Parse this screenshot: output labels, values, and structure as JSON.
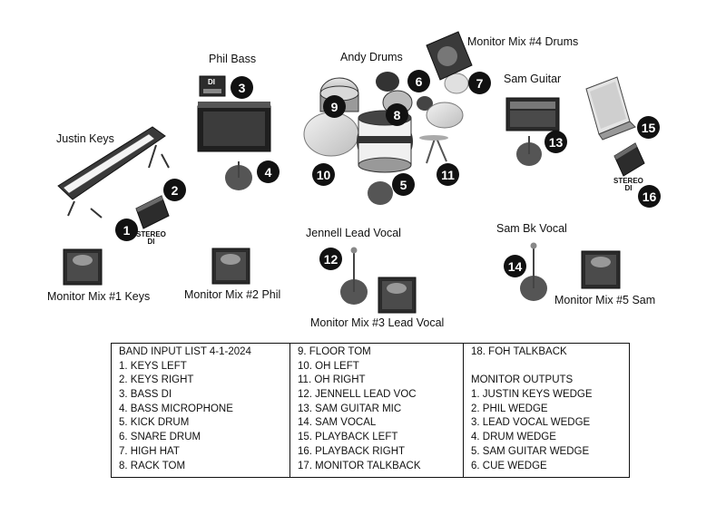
{
  "stage": {
    "labels": {
      "justin_keys": "Justin Keys",
      "phil_bass": "Phil Bass",
      "andy_drums": "Andy Drums",
      "monitor_mix_4": "Monitor Mix #4 Drums",
      "sam_guitar": "Sam Guitar",
      "jennell_lead_vocal": "Jennell Lead Vocal",
      "sam_bk_vocal": "Sam Bk Vocal",
      "monitor_mix_1": "Monitor Mix #1 Keys",
      "monitor_mix_2": "Monitor Mix #2 Phil",
      "monitor_mix_3": "Monitor Mix #3 Lead Vocal",
      "monitor_mix_5": "Monitor Mix #5 Sam",
      "stereo_di_1_line1": "STEREO",
      "stereo_di_1_line2": "DI",
      "stereo_di_2_line1": "STEREO",
      "stereo_di_2_line2": "DI",
      "bass_di": "DI"
    },
    "markers": [
      "1",
      "2",
      "3",
      "4",
      "5",
      "6",
      "7",
      "8",
      "9",
      "10",
      "11",
      "12",
      "13",
      "14",
      "15",
      "16"
    ]
  },
  "input_list": {
    "columns": [
      [
        "BAND INPUT LIST  4-1-2024",
        "1. KEYS LEFT",
        "2. KEYS RIGHT",
        "3. BASS DI",
        "4. BASS MICROPHONE",
        "5. KICK DRUM",
        "6. SNARE DRUM",
        "7. HIGH HAT",
        "8. RACK TOM"
      ],
      [
        "9. FLOOR TOM",
        "10. OH LEFT",
        "11. OH RIGHT",
        "12. JENNELL LEAD VOC",
        "13. SAM GUITAR MIC",
        "14. SAM VOCAL",
        "15. PLAYBACK LEFT",
        "16. PLAYBACK RIGHT",
        "17. MONITOR TALKBACK"
      ],
      [
        "18. FOH TALKBACK",
        "",
        "MONITOR OUTPUTS",
        "1. JUSTIN KEYS WEDGE",
        "2. PHIL WEDGE",
        "3. LEAD VOCAL WEDGE",
        "4. DRUM WEDGE",
        "5. SAM GUITAR WEDGE",
        "6. CUE WEDGE"
      ]
    ]
  }
}
